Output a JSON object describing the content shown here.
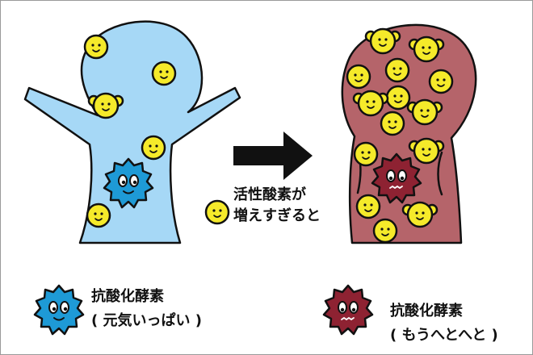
{
  "legend": {
    "ros_line1": "活性酸素が",
    "ros_line2": "増えすぎると",
    "enzyme_active_line1": "抗酸化酵素",
    "enzyme_active_line2": "( 元気いっぱい )",
    "enzyme_tired_line1": "抗酸化酵素",
    "enzyme_tired_line2": "( もうへとへと )"
  },
  "colors": {
    "healthy_body": "#a6d8f6",
    "damaged_body": "#b5646a",
    "ros_molecule": "#f5ea2a",
    "enzyme_active": "#1e9ad6",
    "enzyme_tired": "#8e2232",
    "arrow": "#111111"
  },
  "icons": {
    "ros": "ros-molecule-icon",
    "enzyme_active": "active-enzyme-icon",
    "enzyme_tired": "tired-enzyme-icon",
    "arrow": "right-arrow-icon"
  }
}
